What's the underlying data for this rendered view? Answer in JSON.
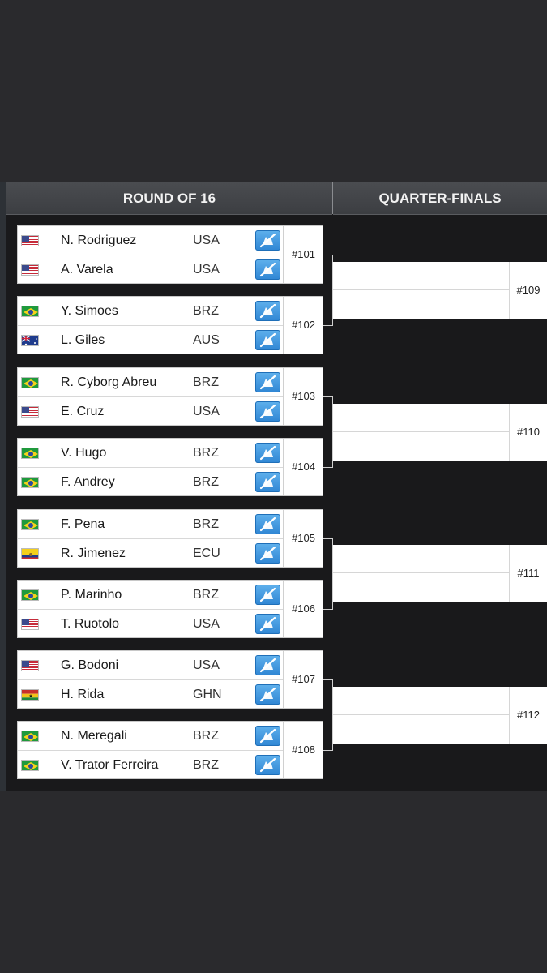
{
  "headers": {
    "round16": "ROUND OF 16",
    "quarterfinals": "QUARTER-FINALS"
  },
  "matches": [
    {
      "num": "#101",
      "a": {
        "name": "N. Rodriguez",
        "country": "USA",
        "flag": "usa-flag"
      },
      "b": {
        "name": "A. Varela",
        "country": "USA",
        "flag": "usa-flag"
      }
    },
    {
      "num": "#102",
      "a": {
        "name": "Y. Simoes",
        "country": "BRZ",
        "flag": "brazil-flag"
      },
      "b": {
        "name": "L. Giles",
        "country": "AUS",
        "flag": "australia-flag"
      }
    },
    {
      "num": "#103",
      "a": {
        "name": "R. Cyborg Abreu",
        "country": "BRZ",
        "flag": "brazil-flag"
      },
      "b": {
        "name": "E. Cruz",
        "country": "USA",
        "flag": "usa-flag"
      }
    },
    {
      "num": "#104",
      "a": {
        "name": "V. Hugo",
        "country": "BRZ",
        "flag": "brazil-flag"
      },
      "b": {
        "name": "F. Andrey",
        "country": "BRZ",
        "flag": "brazil-flag"
      }
    },
    {
      "num": "#105",
      "a": {
        "name": "F. Pena",
        "country": "BRZ",
        "flag": "brazil-flag"
      },
      "b": {
        "name": "R. Jimenez",
        "country": "ECU",
        "flag": "ecuador-flag"
      }
    },
    {
      "num": "#106",
      "a": {
        "name": "P. Marinho",
        "country": "BRZ",
        "flag": "brazil-flag"
      },
      "b": {
        "name": "T. Ruotolo",
        "country": "USA",
        "flag": "usa-flag"
      }
    },
    {
      "num": "#107",
      "a": {
        "name": "G. Bodoni",
        "country": "USA",
        "flag": "usa-flag"
      },
      "b": {
        "name": "H. Rida",
        "country": "GHN",
        "flag": "ghana-flag"
      }
    },
    {
      "num": "#108",
      "a": {
        "name": "N. Meregali",
        "country": "BRZ",
        "flag": "brazil-flag"
      },
      "b": {
        "name": "V. Trator Ferreira",
        "country": "BRZ",
        "flag": "brazil-flag"
      }
    }
  ],
  "quarterfinals": [
    {
      "num": "#109"
    },
    {
      "num": "#110"
    },
    {
      "num": "#111"
    },
    {
      "num": "#112"
    }
  ],
  "colors": {
    "accent_button": "#3a8fd9",
    "panel": "#19191b",
    "page": "#2a2a2d"
  }
}
